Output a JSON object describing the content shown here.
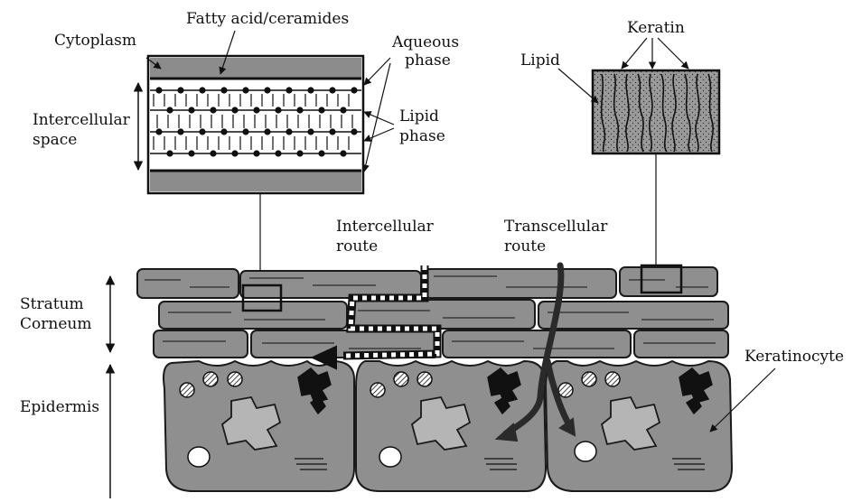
{
  "labels": {
    "cytoplasm": "Cytoplasm",
    "fatty_acid": "Fatty acid/ceramides",
    "aqueous_phase": [
      "Aqueous",
      "phase"
    ],
    "lipid_phase": [
      "Lipid",
      "phase"
    ],
    "intercellular_space": [
      "Intercellular",
      "space"
    ],
    "keratin": "Keratin",
    "lipid": "Lipid",
    "intercellular_route": [
      "Intercellular",
      "route"
    ],
    "transcellular_route": [
      "Transcellular",
      "route"
    ],
    "stratum_corneum": [
      "Stratum",
      "Corneum"
    ],
    "epidermis": "Epidermis",
    "keratinocyte": "Keratinocyte"
  },
  "colors": {
    "cell_fill": "#8f8f8f",
    "cell_stroke": "#1a1a1a",
    "bar_fill": "#8c8c8c",
    "nucleus_fill": "#b5b5b5",
    "route_dark": "#222222",
    "background": "#ffffff"
  }
}
